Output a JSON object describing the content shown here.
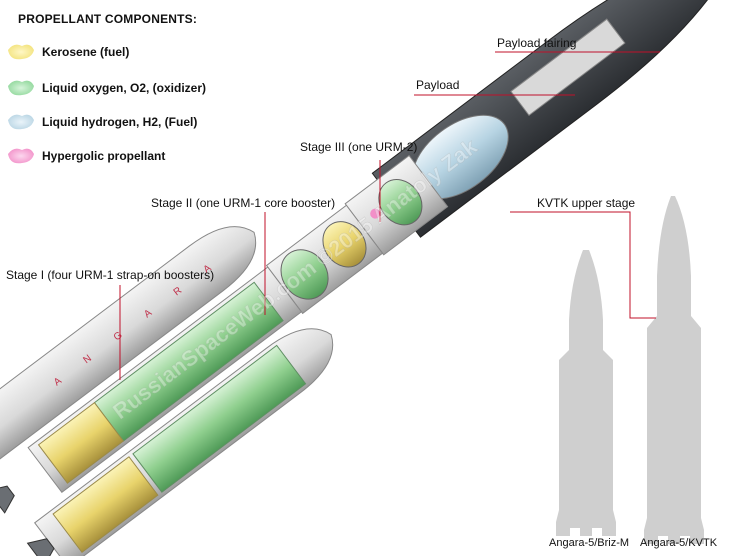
{
  "legend": {
    "title": "PROPELLANT COMPONENTS:",
    "items": [
      {
        "label": "Kerosene (fuel)",
        "color": "#f2e27a"
      },
      {
        "label": "Liquid oxygen, O2, (oxidizer)",
        "color": "#8fd79a"
      },
      {
        "label": "Liquid hydrogen, H2, (Fuel)",
        "color": "#b7d4e3"
      },
      {
        "label": "Hypergolic propellant",
        "color": "#f28fc8"
      }
    ]
  },
  "callouts": {
    "payload_fairing": "Payload fairing",
    "payload": "Payload",
    "stage3": "Stage III (one URM-2)",
    "stage2": "Stage II (one URM-1 core booster)",
    "stage1": "Stage I (four URM-1 strap-on boosters)",
    "kvtk": "KVTK upper stage"
  },
  "silhouettes": {
    "left_label": "Angara-5/Briz-M",
    "right_label": "Angara-5/KVTK"
  },
  "watermark": "RussianSpaceWeb.com ©2015 Anatoly Zak",
  "colors": {
    "callout_line": "#c0102a",
    "silhouette": "#cfcfcf"
  }
}
